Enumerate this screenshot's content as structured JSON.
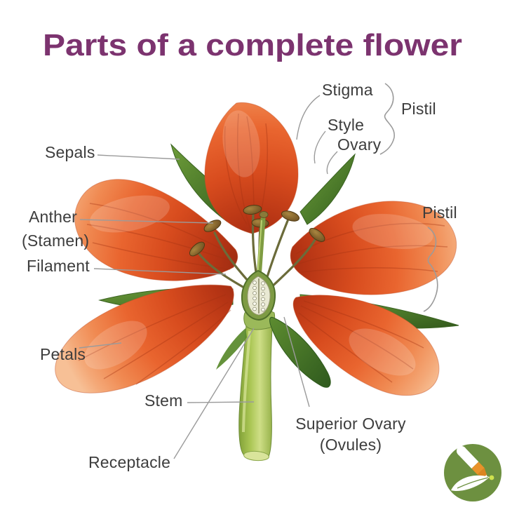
{
  "title": "Parts of a complete flower",
  "labels": {
    "stigma": "Stigma",
    "style": "Style",
    "ovary": "Ovary",
    "pistil_top": "Pistil",
    "pistil_right": "Pistil",
    "sepals": "Sepals",
    "anther": "Anther",
    "stamen_paren": "(Stamen)",
    "filament": "Filament",
    "petals": "Petals",
    "stem": "Stem",
    "receptacle": "Receptacle",
    "superior_ovary": "Superior Ovary",
    "ovules_paren": "(Ovules)"
  },
  "colors": {
    "title_text": "#7c336f",
    "label_text": "#3d3d3d",
    "leader_line": "#9b9b9b",
    "petal_deep_red": "#8f2710",
    "petal_orange": "#e9652f",
    "petal_light": "#f7c096",
    "leaf_green_dark": "#33591c",
    "leaf_green": "#4c7a2a",
    "stem_green": "#aac654",
    "anther_brown": "#63461c",
    "logo_circle_green": "#6d9040",
    "logo_pen_orange": "#e8922a",
    "logo_dot_yellow_green": "#cfe24e"
  },
  "logo": {
    "name": "drawing-pen-leaf-logo"
  }
}
